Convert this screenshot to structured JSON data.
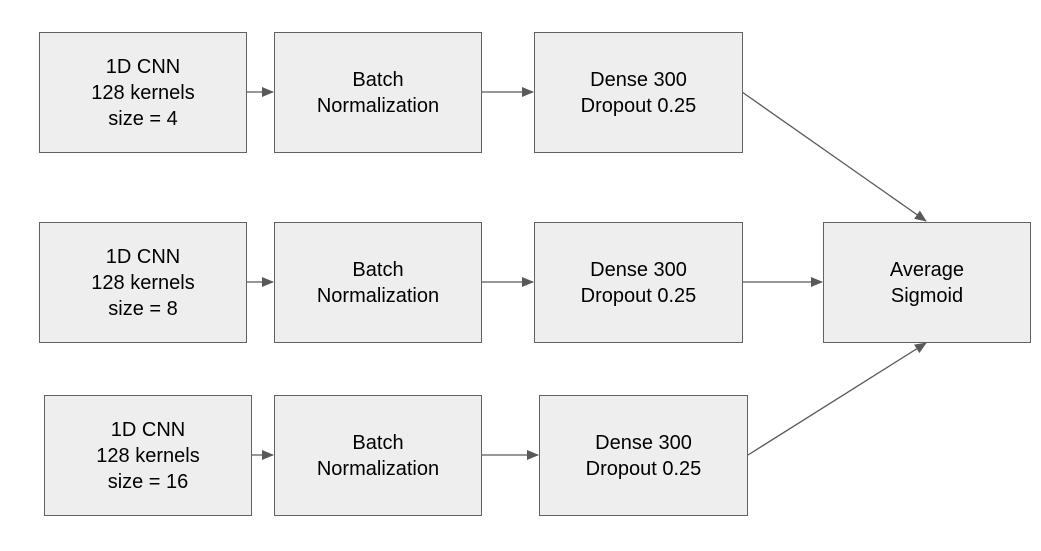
{
  "colors": {
    "box_fill": "#eeeeee",
    "box_border": "#616161",
    "arrow": "#595959",
    "text": "#000000"
  },
  "rows": [
    {
      "cnn": [
        "1D CNN",
        "128 kernels",
        "size = 4"
      ],
      "bn": [
        "Batch",
        "Normalization"
      ],
      "dense": [
        "Dense 300",
        "Dropout 0.25"
      ]
    },
    {
      "cnn": [
        "1D CNN",
        "128 kernels",
        "size = 8"
      ],
      "bn": [
        "Batch",
        "Normalization"
      ],
      "dense": [
        "Dense 300",
        "Dropout 0.25"
      ]
    },
    {
      "cnn": [
        "1D CNN",
        "128 kernels",
        "size = 16"
      ],
      "bn": [
        "Batch",
        "Normalization"
      ],
      "dense": [
        "Dense 300",
        "Dropout 0.25"
      ]
    }
  ],
  "output": [
    "Average",
    "Sigmoid"
  ]
}
